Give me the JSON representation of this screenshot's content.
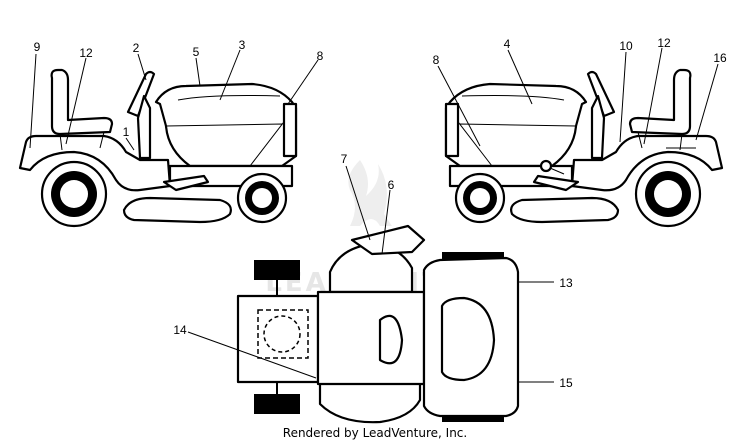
{
  "watermark": "LEADVENTURE",
  "credit": "Rendered by LeadVenture, Inc.",
  "callouts": {
    "c1": "1",
    "c2": "2",
    "c3": "3",
    "c4": "4",
    "c5": "5",
    "c6": "6",
    "c7": "7",
    "c8a": "8",
    "c8b": "8",
    "c9": "9",
    "c10": "10",
    "c12a": "12",
    "c12b": "12",
    "c13": "13",
    "c14": "14",
    "c15": "15",
    "c16": "16"
  }
}
